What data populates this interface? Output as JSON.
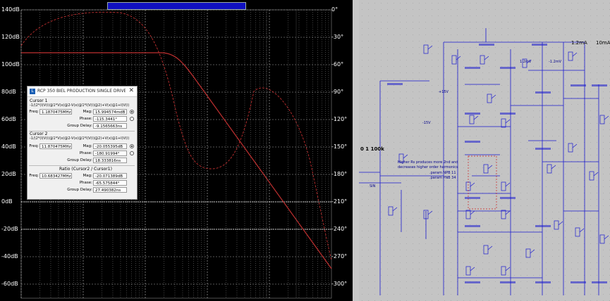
{
  "plot": {
    "title": "",
    "left_axis": [
      "140dB",
      "120dB",
      "100dB",
      "80dB",
      "60dB",
      "40dB",
      "20dB",
      "0dB",
      "-20dB",
      "-40dB",
      "-60dB"
    ],
    "right_axis": [
      "0°",
      "-30°",
      "-60°",
      "-90°",
      "-120°",
      "-150°",
      "-180°",
      "-210°",
      "-240°",
      "-270°",
      "-300°"
    ]
  },
  "cursor_dialog": {
    "title": "RCP 350 BIEL PRODUCTION SINGLE DRIVE...",
    "cursor1": {
      "heading": "Cursor 1",
      "expr": "-1/(2*(I(V(i)@1*V(x)@2-V(x)@1*I(V(i)@2)+V(x)@1+I(V(i)",
      "freq_label": "Freq:",
      "freq": "1.1870475MHz",
      "mag_label": "Mag:",
      "mag": "15.994574mdB",
      "phase_label": "Phase:",
      "phase": "-115.3441°",
      "gd_label": "Group Delay:",
      "gd": "-9.1565663ns"
    },
    "cursor2": {
      "heading": "Cursor 2",
      "expr": "-1/(2*(I(V(i)@1*V(x)@2-V(x)@1*I(V(i)@2)+V(x)@1+I(V(i)",
      "freq_label": "Freq:",
      "freq": "11.870475MHz",
      "mag_label": "Mag:",
      "mag": "-20.055395dB",
      "phase_label": "Phase:",
      "phase": "-180.91994°",
      "gd_label": "Group Delay:",
      "gd": "18.333816ns"
    },
    "ratio": {
      "heading": "Ratio (Cursor2 / Cursor1)",
      "freq_label": "Freq:",
      "freq": "10.683427MHz",
      "mag_label": "Mag:",
      "mag": "-20.071389dB",
      "phase_label": "Phase:",
      "phase": "-65.575844°",
      "gd_label": "Group Delay:",
      "gd": "27.490382ns"
    }
  },
  "schematic": {
    "labels": {
      "res_100k": "0 1 100k",
      "current_1": "1.2mA",
      "current_2": "10mA",
      "note1": "Higher Rs produces more 2nd and",
      "note2": "decreases higher order harmonics",
      "param1": ".param NPB 11",
      "param2": ".param PNB 34",
      "sin": "SIN",
      "v1": "1.2mV",
      "v2": "-1.2mV",
      "v3": "-15V",
      "v4": "+15V"
    }
  }
}
